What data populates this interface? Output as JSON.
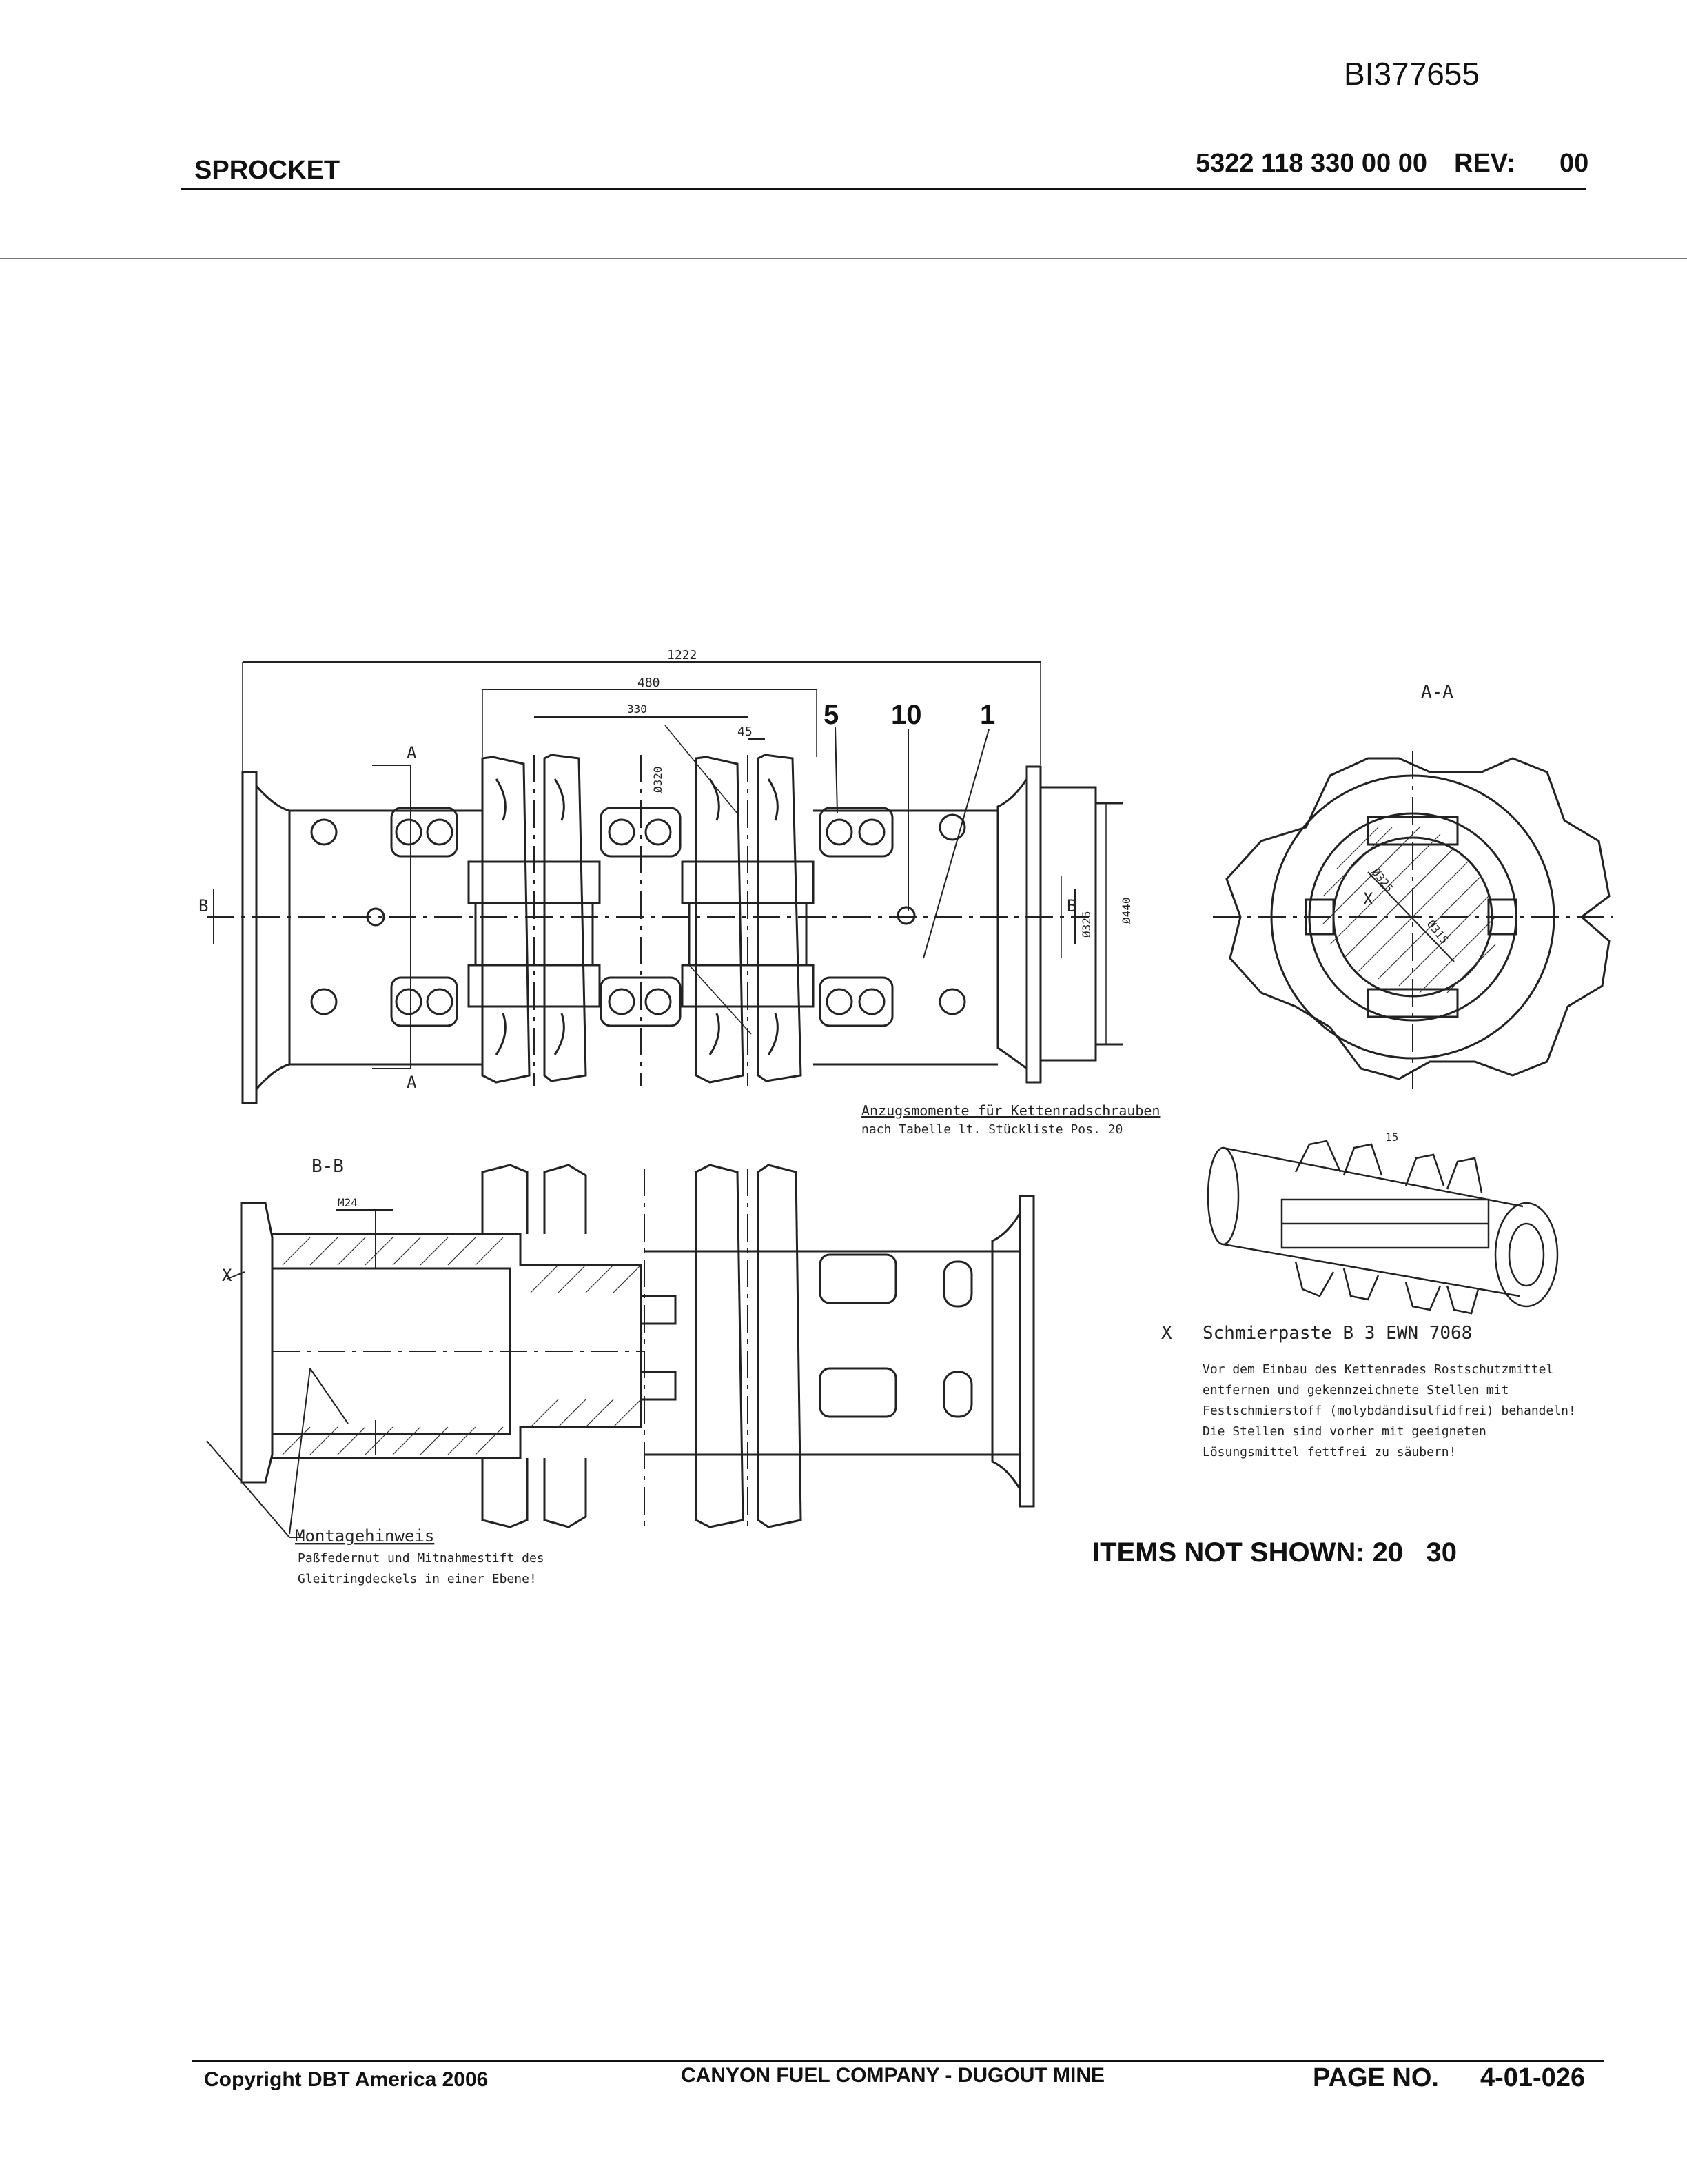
{
  "doc_id": "BI377655",
  "header": {
    "title": "SPROCKET",
    "part_number": "5322 118 330 00 00",
    "rev_label": "REV:",
    "rev_value": "00"
  },
  "drawing": {
    "dims": {
      "d1222": "1222",
      "d480": "480",
      "d330": "330",
      "d45": "45",
      "d320": "Ø320",
      "d325": "Ø325",
      "d440": "Ø440",
      "m24": "M24",
      "c325": "Ø325",
      "c315": "Ø315",
      "d15": "15"
    },
    "callouts": {
      "c5": "5",
      "c10": "10",
      "c1": "1"
    },
    "section_labels": {
      "a_top": "A",
      "a_bottom": "A",
      "b_left": "B",
      "b_right": "B",
      "aa": "A-A",
      "bb": "B-B",
      "x_left": "X",
      "x_center": "X"
    },
    "notes": {
      "torque_1": "Anzugsmomente für Kettenradschrauben",
      "torque_2": "nach Tabelle lt. Stückliste Pos. 20",
      "x_marker": "X",
      "lube_title": "Schmierpaste B 3 EWN 7068",
      "lube_1": "Vor dem Einbau des Kettenrades Rostschutzmittel",
      "lube_2": "entfernen und gekennzeichnete Stellen mit",
      "lube_3": "Festschmierstoff (molybdändisulfidfrei) behandeln!",
      "lube_4": "Die Stellen sind vorher mit geeigneten",
      "lube_5": "Lösungsmittel fettfrei zu säubern!",
      "mount_title": "Montagehinweis",
      "mount_1": "Paßfedernut und Mitnahmestift des",
      "mount_2": "Gleitringdeckels in einer Ebene!"
    }
  },
  "items_not_shown": "ITEMS NOT SHOWN: 20   30",
  "footer": {
    "copyright": "Copyright DBT America 2006",
    "company": "CANYON FUEL COMPANY - DUGOUT MINE",
    "page_label": "PAGE NO.",
    "page_value": "4-01-026"
  }
}
